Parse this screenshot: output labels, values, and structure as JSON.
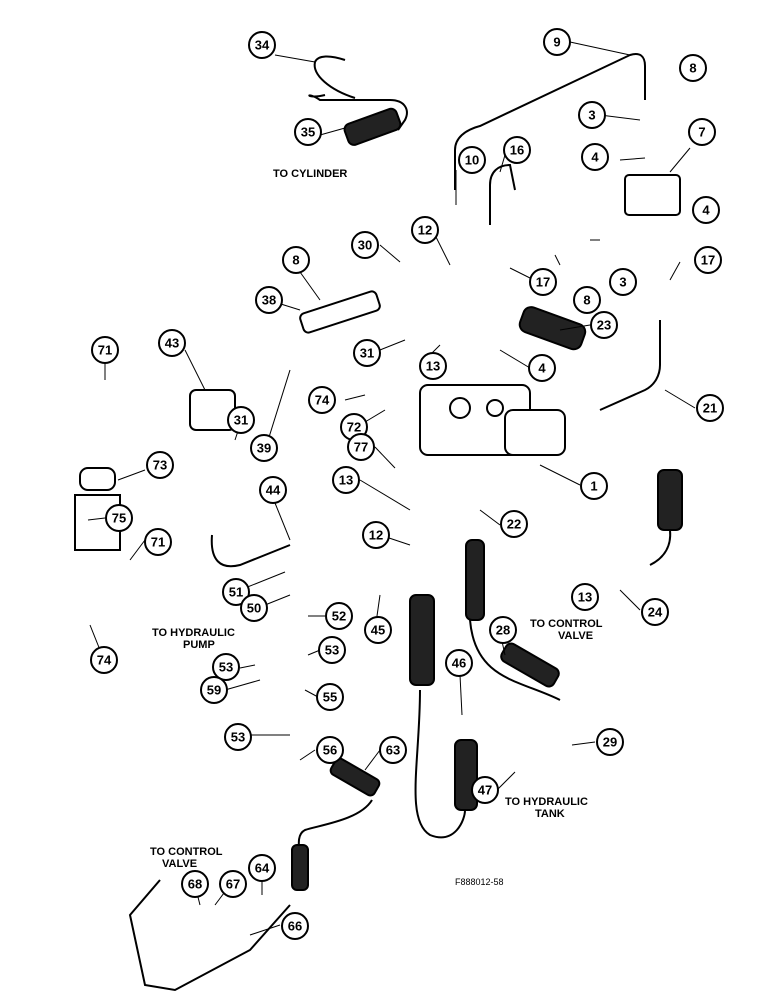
{
  "figure_code": "F888012-58",
  "annotations": {
    "to_cylinder": "TO CYLINDER",
    "to_hydraulic_pump_1": "TO HYDRAULIC",
    "to_hydraulic_pump_2": "PUMP",
    "to_control_valve_right_1": "TO CONTROL",
    "to_control_valve_right_2": "VALVE",
    "to_hydraulic_tank_1": "TO HYDRAULIC",
    "to_hydraulic_tank_2": "TANK",
    "to_control_valve_left_1": "TO CONTROL",
    "to_control_valve_left_2": "VALVE"
  },
  "callouts": {
    "c34": "34",
    "c35": "35",
    "c9": "9",
    "c8a": "8",
    "c3a": "3",
    "c7": "7",
    "c4a": "4",
    "c10": "10",
    "c16": "16",
    "c12a": "12",
    "c4b": "4",
    "c3b": "3",
    "c8b": "8",
    "c17a": "17",
    "c17b": "17",
    "c30": "30",
    "c8c": "8",
    "c38": "38",
    "c31a": "31",
    "c13a": "13",
    "c4c": "4",
    "c23": "23",
    "c43": "43",
    "c71a": "71",
    "c74a": "74",
    "c72a": "72",
    "c21": "21",
    "c31b": "31",
    "c39": "39",
    "c77": "77",
    "c1": "1",
    "c73": "73",
    "c13b": "13",
    "c22": "22",
    "c44": "44",
    "c75": "75",
    "c12b": "12",
    "c71b": "71",
    "c51": "51",
    "c50": "50",
    "c45": "45",
    "c52": "52",
    "c28": "28",
    "c13c": "13",
    "c24": "24",
    "c74b": "74",
    "c53a": "53",
    "c53b": "53",
    "c59": "59",
    "c55": "55",
    "c46": "46",
    "c53c": "53",
    "c56": "56",
    "c63": "63",
    "c29": "29",
    "c47": "47",
    "c68": "68",
    "c67": "67",
    "c64": "64",
    "c66": "66"
  }
}
